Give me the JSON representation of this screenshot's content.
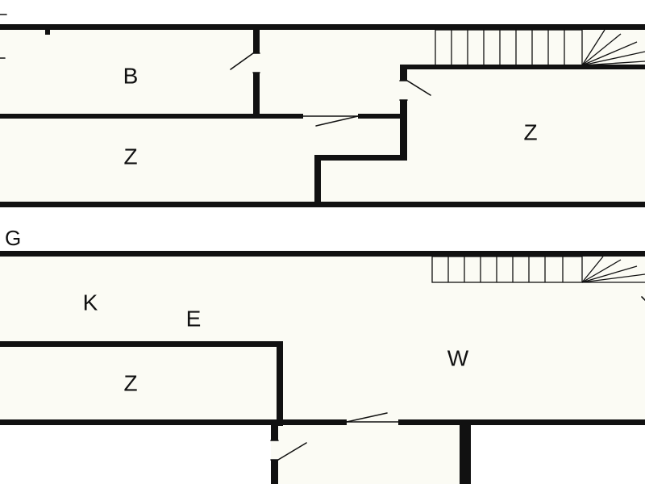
{
  "floors": {
    "upper": {
      "rooms": [
        {
          "id": "bedroom",
          "label": "B"
        },
        {
          "id": "room-left",
          "label": "Z"
        },
        {
          "id": "room-right",
          "label": "Z"
        }
      ]
    },
    "ground": {
      "floor_label": "G",
      "rooms": [
        {
          "id": "kitchen",
          "label": "K"
        },
        {
          "id": "dining",
          "label": "E"
        },
        {
          "id": "room",
          "label": "Z"
        },
        {
          "id": "living",
          "label": "W"
        }
      ]
    }
  },
  "colors": {
    "wall": "#111111",
    "floor": "#fbfbf4",
    "background": "#ffffff"
  }
}
